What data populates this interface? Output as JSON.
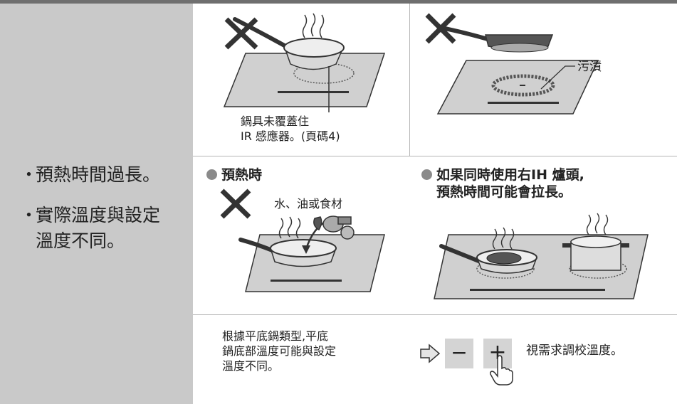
{
  "symptoms": [
    {
      "bullet": "・",
      "text": "預熱時間過長。"
    },
    {
      "bullet": "・",
      "text": "實際溫度與設定溫度不同。",
      "line1": "實際溫度與設定",
      "line2": "溫度不同。"
    }
  ],
  "row1": {
    "left_caption": {
      "line1": "鍋具未覆蓋住",
      "line2": "IR 感應器。(頁碼4)"
    },
    "right_label": "污漬"
  },
  "row2": {
    "left_heading": "預熱時",
    "left_note": "水、油或食材",
    "right_heading": {
      "line1": "如果同時使用右IH 爐頭,",
      "line2": "預熱時間可能會拉長。"
    }
  },
  "row3": {
    "left_text": {
      "line1": "根據平底鍋類型,平底",
      "line2": "鍋底部溫度可能與設定",
      "line3": "溫度不同。"
    },
    "minus_key": "−",
    "plus_key": "+",
    "right_text": "視需求調校溫度。"
  },
  "colors": {
    "left_panel": "#c9c9c9",
    "accent_gray": "#8a8a8a",
    "cooktop": "#d0d0d0",
    "arrow": "#e5e5e5"
  }
}
